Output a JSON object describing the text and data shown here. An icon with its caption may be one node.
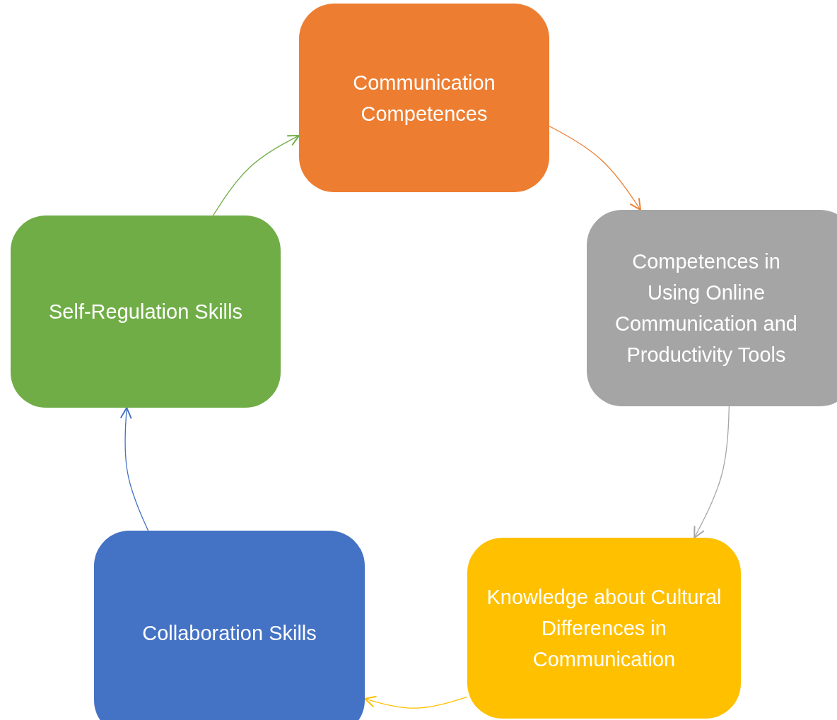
{
  "diagram": {
    "nodes": [
      {
        "text": [
          "Communication Competences"
        ]
      },
      {
        "text": [
          "Competences in Using Online Communication and Productivity Tools"
        ]
      },
      {
        "text": [
          "Knowledge about Cultural Differences in Communication"
        ]
      },
      {
        "text": [
          "Collaboration Skills"
        ]
      },
      {
        "text": [
          "Self-Regulation Skills"
        ]
      }
    ],
    "edges": [
      {
        "from": 0,
        "to": 1,
        "arrow": "to",
        "color": "#ed7d31"
      },
      {
        "from": 1,
        "to": 2,
        "arrow": "to",
        "color": "#a5a5a5"
      },
      {
        "from": 2,
        "to": 3,
        "arrow": "to",
        "color": "#ffc000"
      },
      {
        "from": 3,
        "to": 4,
        "arrow": "to",
        "color": "#4472c4"
      },
      {
        "from": 4,
        "to": 0,
        "arrow": "to",
        "color": "#70ad47"
      }
    ]
  }
}
